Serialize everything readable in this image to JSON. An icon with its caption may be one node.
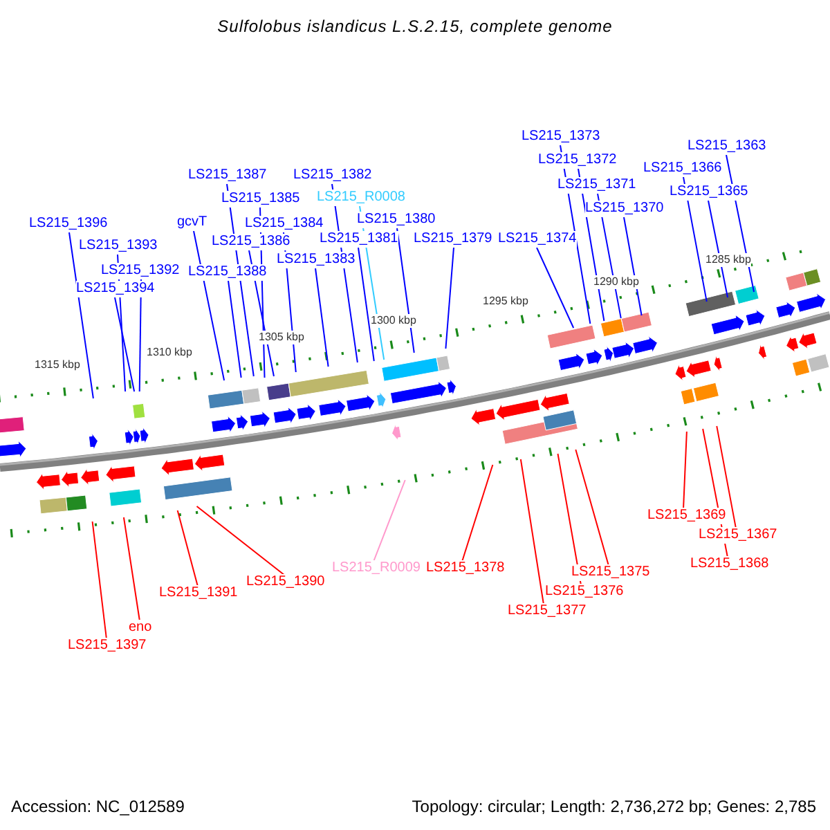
{
  "diagram": {
    "title": "Sulfolobus islandicus L.S.2.15, complete genome",
    "nodes": [
      {
        "text": [
          "LS215_1396"
        ]
      },
      {
        "text": [
          "LS215_1393"
        ]
      },
      {
        "text": [
          "LS215_1392"
        ]
      },
      {
        "text": [
          "LS215_1394"
        ]
      },
      {
        "text": [
          "gcvT"
        ]
      },
      {
        "text": [
          "LS215_1387"
        ]
      },
      {
        "text": [
          "LS215_1385"
        ]
      },
      {
        "text": [
          "LS215_1386"
        ]
      },
      {
        "text": [
          "LS215_1388"
        ]
      },
      {
        "text": [
          "LS215_1384"
        ]
      },
      {
        "text": [
          "LS215_1383"
        ]
      },
      {
        "text": [
          "LS215_1382"
        ]
      },
      {
        "text": [
          "LS215_R0008"
        ]
      },
      {
        "text": [
          "LS215_1381"
        ]
      },
      {
        "text": [
          "LS215_1380"
        ]
      },
      {
        "text": [
          "LS215_1379"
        ]
      },
      {
        "text": [
          "LS215_1374"
        ]
      },
      {
        "text": [
          "LS215_1373"
        ]
      },
      {
        "text": [
          "LS215_1372"
        ]
      },
      {
        "text": [
          "LS215_1371"
        ]
      },
      {
        "text": [
          "LS215_1370"
        ]
      },
      {
        "text": [
          "LS215_1366"
        ]
      },
      {
        "text": [
          "LS215_1365"
        ]
      },
      {
        "text": [
          "LS215_1363"
        ]
      },
      {
        "text": [
          "LS215_1397"
        ]
      },
      {
        "text": [
          "eno"
        ]
      },
      {
        "text": [
          "LS215_1391"
        ]
      },
      {
        "text": [
          "LS215_1390"
        ]
      },
      {
        "text": [
          "LS215_R0009"
        ]
      },
      {
        "text": [
          "LS215_1378"
        ]
      },
      {
        "text": [
          "LS215_1377"
        ]
      },
      {
        "text": [
          "LS215_1376"
        ]
      },
      {
        "text": [
          "LS215_1375"
        ]
      },
      {
        "text": [
          "LS215_1369"
        ]
      },
      {
        "text": [
          "LS215_1367"
        ]
      },
      {
        "text": [
          "LS215_1368"
        ]
      }
    ],
    "edges": [
      {
        "from": 0,
        "to": null,
        "arrow": "none"
      },
      {
        "from": 1,
        "to": null,
        "arrow": "none"
      },
      {
        "from": 2,
        "to": null,
        "arrow": "none"
      },
      {
        "from": 3,
        "to": null,
        "arrow": "none"
      },
      {
        "from": 4,
        "to": null,
        "arrow": "none"
      },
      {
        "from": 5,
        "to": null,
        "arrow": "none"
      },
      {
        "from": 6,
        "to": null,
        "arrow": "none"
      },
      {
        "from": 7,
        "to": null,
        "arrow": "none"
      },
      {
        "from": 8,
        "to": null,
        "arrow": "none"
      },
      {
        "from": 9,
        "to": null,
        "arrow": "none"
      },
      {
        "from": 10,
        "to": null,
        "arrow": "none"
      },
      {
        "from": 11,
        "to": null,
        "arrow": "none"
      },
      {
        "from": 12,
        "to": null,
        "arrow": "none",
        "color": "#33ccff"
      },
      {
        "from": 13,
        "to": null,
        "arrow": "none"
      },
      {
        "from": 14,
        "to": null,
        "arrow": "none"
      },
      {
        "from": 15,
        "to": null,
        "arrow": "none"
      },
      {
        "from": 16,
        "to": null,
        "arrow": "none"
      },
      {
        "from": 17,
        "to": null,
        "arrow": "none"
      },
      {
        "from": 18,
        "to": null,
        "arrow": "none"
      },
      {
        "from": 19,
        "to": null,
        "arrow": "none"
      },
      {
        "from": 20,
        "to": null,
        "arrow": "none"
      },
      {
        "from": 21,
        "to": null,
        "arrow": "none"
      },
      {
        "from": 22,
        "to": null,
        "arrow": "none"
      },
      {
        "from": 23,
        "to": null,
        "arrow": "none"
      },
      {
        "from": 24,
        "to": null,
        "arrow": "none",
        "color": "#ff0000"
      },
      {
        "from": 25,
        "to": null,
        "arrow": "none",
        "color": "#ff0000"
      },
      {
        "from": 26,
        "to": null,
        "arrow": "none",
        "color": "#ff0000"
      },
      {
        "from": 27,
        "to": null,
        "arrow": "none",
        "color": "#ff0000"
      },
      {
        "from": 28,
        "to": null,
        "arrow": "none",
        "color": "#ff99cc"
      },
      {
        "from": 29,
        "to": null,
        "arrow": "none",
        "color": "#ff0000"
      },
      {
        "from": 30,
        "to": null,
        "arrow": "none",
        "color": "#ff0000"
      },
      {
        "from": 31,
        "to": null,
        "arrow": "none",
        "color": "#ff0000"
      },
      {
        "from": 32,
        "to": null,
        "arrow": "none",
        "color": "#ff0000"
      },
      {
        "from": 33,
        "to": null,
        "arrow": "none",
        "color": "#ff0000"
      },
      {
        "from": 34,
        "to": null,
        "arrow": "none",
        "color": "#ff0000"
      },
      {
        "from": 35,
        "to": null,
        "arrow": "none",
        "color": "#ff0000"
      }
    ],
    "labels": [
      "1315 kbp",
      "1310 kbp",
      "1305 kbp",
      "1300 kbp",
      "1295 kbp",
      "1290 kbp",
      "1285 kbp",
      "Accession: NC_012589",
      "Topology: circular; Length: 2,736,272 bp; Genes: 2,785"
    ]
  }
}
